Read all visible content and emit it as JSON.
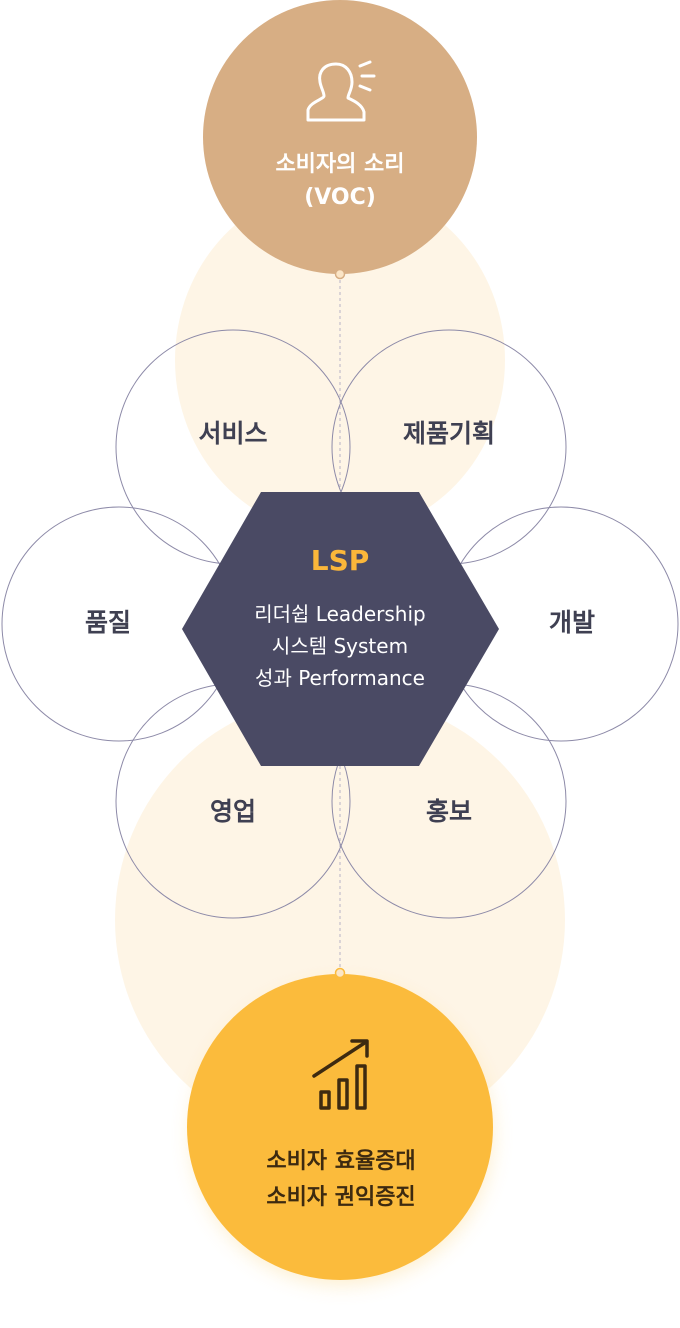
{
  "voc": {
    "title_line1": "소비자의 소리",
    "title_line2": "(VOC)",
    "icon": "speaking-person-icon"
  },
  "petals": {
    "service": "서비스",
    "product_planning": "제품기획",
    "quality": "품질",
    "development": "개발",
    "sales": "영업",
    "promotion": "홍보"
  },
  "center": {
    "title": "LSP",
    "line1": "리더쉽 Leadership",
    "line2": "시스템 System",
    "line3": "성과 Performance"
  },
  "result": {
    "line1": "소비자 효율증대",
    "line2": "소비자 권익증진",
    "icon": "growth-chart-icon"
  },
  "colors": {
    "voc_circle": "#d7ae84",
    "glow": "#fef3e0",
    "hexagon": "#4a4a64",
    "petal_stroke": "#8d8aa8",
    "accent": "#fbb73a",
    "result_circle": "#fbbb3c"
  }
}
